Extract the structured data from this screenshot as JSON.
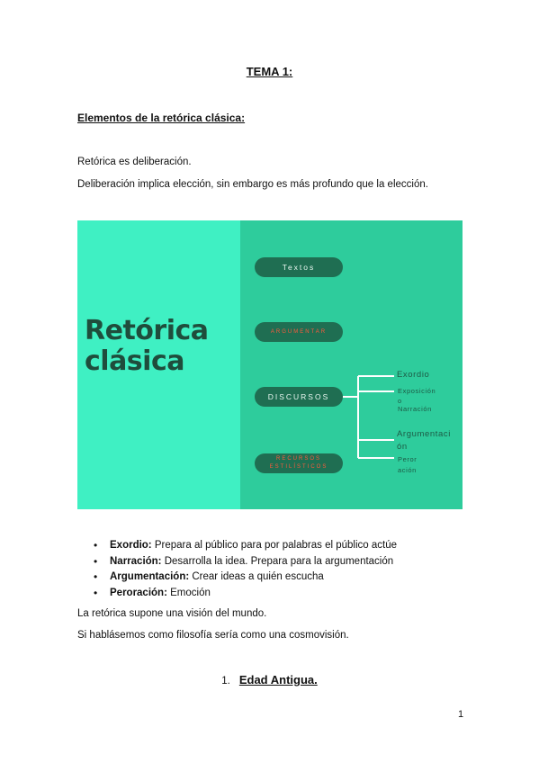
{
  "title": "TEMA 1:",
  "subtitle": "Elementos de la retórica clásica:",
  "paragraphs": [
    "Retórica es deliberación.",
    "Deliberación implica elección, sin embargo es más profundo que la elección."
  ],
  "figure": {
    "heading_line1": "Retórica",
    "heading_line2": "clásica",
    "pills": [
      "Textos",
      "ARGUMENTAR",
      "DISCURSOS",
      "RECURSOS",
      "ESTILÍSTICOS"
    ],
    "branches": [
      "Exordio",
      "Exposición",
      "o",
      "Narración",
      "Argumentaci",
      "ón",
      "Peror",
      "ación"
    ],
    "colors": {
      "left_panel": "#3ff0c3",
      "right_panel": "#2ecc9c",
      "pill": "#1f6e52",
      "accent_text": "#ff5a3c",
      "heading": "#1f4d3c"
    }
  },
  "bullets": [
    {
      "term": "Exordio:",
      "text": " Prepara al público para por palabras el público actúe"
    },
    {
      "term": "Narración:",
      "text": " Desarrolla la idea. Prepara para la argumentación"
    },
    {
      "term": "Argumentación:",
      "text": " Crear ideas a quién escucha"
    },
    {
      "term": "Peroración:",
      "text": " Emoción"
    }
  ],
  "paragraphs_after": [
    "La retórica supone una visión del mundo.",
    "Si hablásemos como filosofía sería como una cosmovisión."
  ],
  "section": {
    "number": "1.",
    "name": "Edad Antigua."
  },
  "page_number": "1"
}
